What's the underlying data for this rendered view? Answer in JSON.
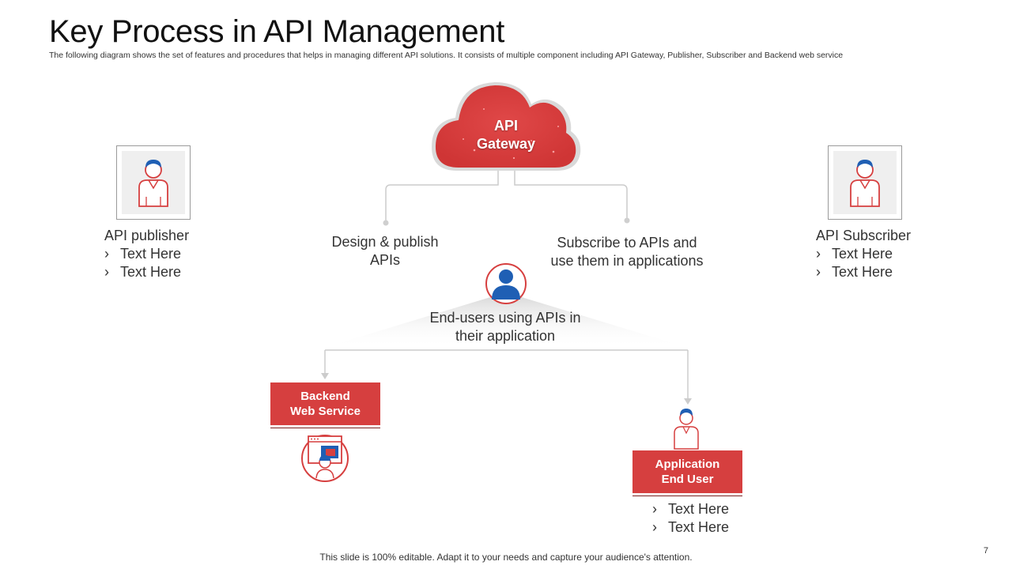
{
  "slide": {
    "title": "Key Process in API Management",
    "subtitle": "The following  diagram shows the set of features and procedures that helps in managing different API solutions. It consists of multiple component including API Gateway,  Publisher, Subscriber and Backend web service",
    "footer": "This slide is 100% editable. Adapt it to your needs and capture your audience's attention.",
    "page_number": "7"
  },
  "gateway": {
    "line1": "API",
    "line2": "Gateway"
  },
  "publisher": {
    "label": "API publisher",
    "bullets": [
      "Text Here",
      "Text Here"
    ],
    "icon": "person-icon"
  },
  "subscriber": {
    "label": "API Subscriber",
    "bullets": [
      "Text Here",
      "Text Here"
    ],
    "icon": "person-icon"
  },
  "design_text": "Design & publish APIs",
  "subscribe_text": "Subscribe to APIs and use them in applications",
  "end_users_text": "End-users using APIs in their application",
  "backend": {
    "line1": "Backend",
    "line2": "Web Service",
    "icon": "web-service-icon"
  },
  "app_user": {
    "line1": "Application",
    "line2": "End User",
    "bullets": [
      "Text Here",
      "Text Here"
    ],
    "icon": "person-icon"
  },
  "bullet_glyph": "›",
  "colors": {
    "accent_red": "#d63f3f",
    "person_blue": "#1f5fb4",
    "connector_gray": "#cccccc"
  }
}
